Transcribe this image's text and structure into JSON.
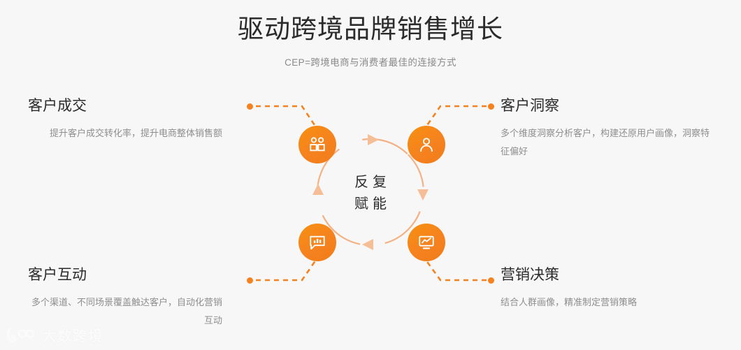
{
  "header": {
    "title": "驱动跨境品牌销售增长",
    "subtitle": "CEP=跨境电商与消费者最佳的连接方式"
  },
  "colors": {
    "accent": "#F5821F",
    "ring": "#F4B183",
    "background": "#F7F7F7",
    "title_text": "#2B2B2B",
    "body_text": "#8E8E8E"
  },
  "cycle": {
    "center_line1": "反复",
    "center_line2": "赋能",
    "nodes": [
      {
        "id": "top-left",
        "icon": "two-people-icon",
        "label": "客户成交"
      },
      {
        "id": "top-right",
        "icon": "user-person-icon",
        "label": "客户洞察"
      },
      {
        "id": "bottom-left",
        "icon": "chat-bar-chart-icon",
        "label": "客户互动"
      },
      {
        "id": "bottom-right",
        "icon": "monitor-line-chart-icon",
        "label": "营销决策"
      }
    ]
  },
  "blocks": {
    "top_left": {
      "title": "客户成交",
      "desc": "提升客户成交转化率，提升电商整体销售额"
    },
    "bottom_left": {
      "title": "客户互动",
      "desc": "多个渠道、不同场景覆盖触达客户，自动化营销互动"
    },
    "top_right": {
      "title": "客户洞察",
      "desc": "多个维度洞察分析客户，构建还原用户画像，洞察特征偏好"
    },
    "bottom_right": {
      "title": "营销决策",
      "desc": "结合人群画像，精准制定营销策略"
    }
  },
  "watermark": {
    "text": "大数跨境"
  }
}
